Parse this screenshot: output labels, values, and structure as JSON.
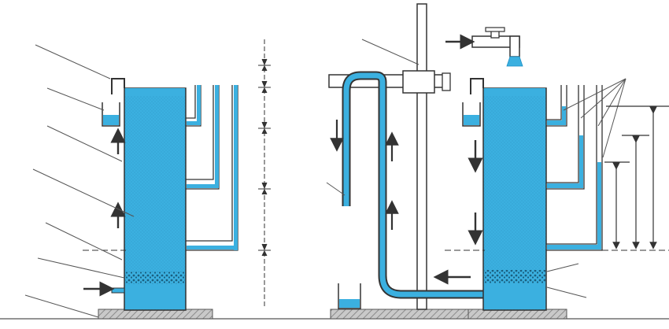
{
  "diagram": {
    "subject": "filtration-column-apparatus",
    "colors": {
      "water": "#3bb0e0",
      "water_dark": "#1d8fc4",
      "outline": "#333333",
      "base": "#b8b8b8",
      "gravel": "#2a7fa6",
      "leader": "#555555",
      "background": "#ffffff"
    },
    "panels": [
      {
        "id": "left-column",
        "flow": "upward"
      },
      {
        "id": "right-column",
        "flow": "downward"
      }
    ],
    "icons": [
      "arrow-up-icon",
      "arrow-down-icon",
      "arrow-right-icon",
      "arrow-left-icon",
      "faucet-icon",
      "beaker-icon"
    ]
  }
}
